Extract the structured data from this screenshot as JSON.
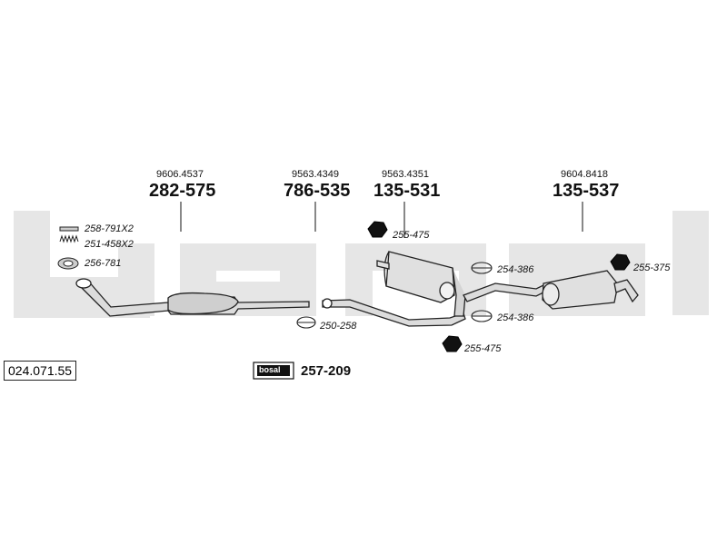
{
  "diagram": {
    "reference": "024.071.55",
    "brand_logo_text": "bosal",
    "parts": [
      {
        "oem": "9606.4537",
        "number": "282-575"
      },
      {
        "oem": "9563.4349",
        "number": "786-535"
      },
      {
        "oem": "9563.4351",
        "number": "135-531"
      },
      {
        "oem": "9604.8418",
        "number": "135-537"
      }
    ],
    "mounting_kit": "257-209",
    "accessories": {
      "bolt": "258-791X2",
      "spring": "251-458X2",
      "gasket": "256-781",
      "clamp_front": "250-258",
      "nut_top": "255-475",
      "nut_bottom": "255-475",
      "clamp_upper": "254-386",
      "clamp_lower": "254-386",
      "nut_rear": "255-375"
    },
    "colors": {
      "watermark": "#e3e3e3",
      "ink": "#111111",
      "pipe_fill": "#d9d9d9"
    }
  }
}
